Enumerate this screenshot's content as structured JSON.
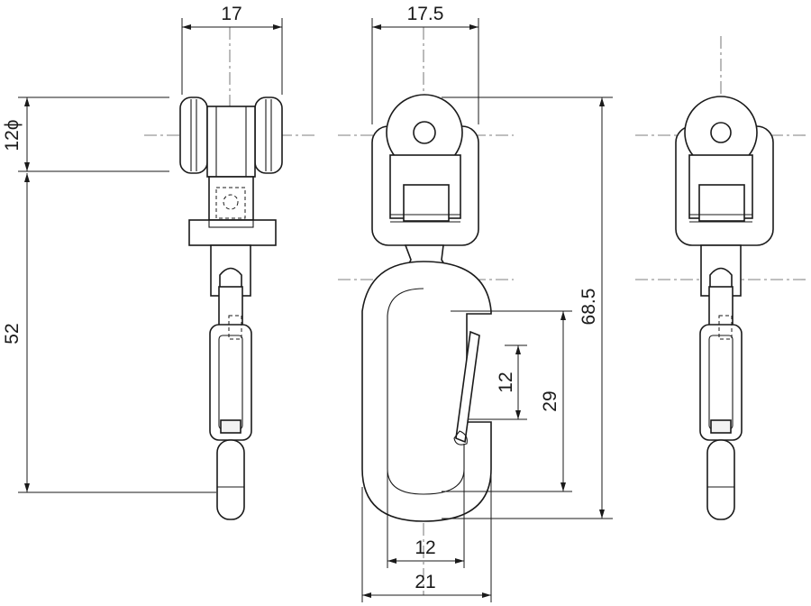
{
  "dimensions": {
    "top_left_width": "17",
    "top_middle_width": "17.5",
    "wheel_diameter": "12ϕ",
    "left_height": "52",
    "overall_height": "68.5",
    "hook_opening": "29",
    "gate_length": "12",
    "inner_width": "12",
    "outer_width": "21"
  }
}
